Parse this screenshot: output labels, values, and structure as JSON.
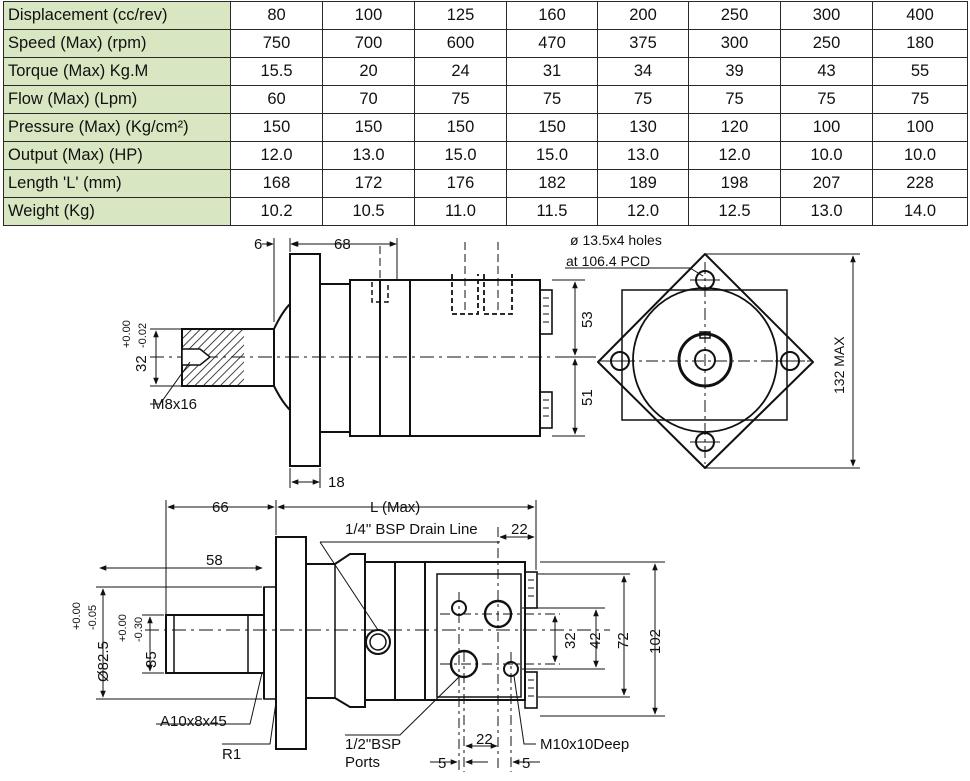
{
  "table": {
    "rows": [
      {
        "label": "Displacement (cc/rev)",
        "values": [
          "80",
          "100",
          "125",
          "160",
          "200",
          "250",
          "300",
          "400"
        ]
      },
      {
        "label": "Speed (Max) (rpm)",
        "values": [
          "750",
          "700",
          "600",
          "470",
          "375",
          "300",
          "250",
          "180"
        ]
      },
      {
        "label": "Torque (Max) Kg.M",
        "values": [
          "15.5",
          "20",
          "24",
          "31",
          "34",
          "39",
          "43",
          "55"
        ]
      },
      {
        "label": "Flow (Max) (Lpm)",
        "values": [
          "60",
          "70",
          "75",
          "75",
          "75",
          "75",
          "75",
          "75"
        ]
      },
      {
        "label": "Pressure (Max) (Kg/cm²)",
        "values": [
          "150",
          "150",
          "150",
          "150",
          "130",
          "120",
          "100",
          "100"
        ]
      },
      {
        "label": "Output (Max) (HP)",
        "values": [
          "12.0",
          "13.0",
          "15.0",
          "15.0",
          "13.0",
          "12.0",
          "10.0",
          "10.0"
        ]
      },
      {
        "label": "Length 'L' (mm)",
        "values": [
          "168",
          "172",
          "176",
          "182",
          "189",
          "198",
          "207",
          "228"
        ]
      },
      {
        "label": "Weight (Kg)",
        "values": [
          "10.2",
          "10.5",
          "11.0",
          "11.5",
          "12.0",
          "12.5",
          "13.0",
          "14.0"
        ]
      }
    ]
  },
  "side_view": {
    "dim_flange_gap": "6",
    "dim_68": "68",
    "dim_18": "18",
    "shaft_dia_label": "32",
    "shaft_tol_upper": "+0.00",
    "shaft_tol_lower": "-0.02",
    "thread_label": "M8x16",
    "dim_53": "53",
    "dim_51": "51"
  },
  "end_view": {
    "holes_label": "ø 13.5x4 holes",
    "pcd_label": "at 106.4 PCD",
    "max_label": "132 MAX"
  },
  "bottom_view": {
    "dim_66": "66",
    "dim_L": "L (Max)",
    "dim_58": "58",
    "drain_label": "1/4\" BSP Drain Line",
    "dim_22_top": "22",
    "pilot_tol_upper": "+0.00",
    "pilot_tol_lower": "-0.05",
    "pilot_dia_label": "Ø82.5",
    "shaft_tol_upper": "+0.00",
    "shaft_tol_lower": "-0.30",
    "shaft_dim_label": "35",
    "dim_32": "32",
    "dim_42": "42",
    "dim_72": "72",
    "dim_102": "102",
    "key_label": "A10x8x45",
    "radius_label": "R1",
    "ports_label_line1": "1/2\"BSP",
    "ports_label_line2": "Ports",
    "dim_5_left": "5",
    "dim_22_bottom": "22",
    "dim_5_right": "5",
    "thread_label": "M10x10Deep"
  }
}
